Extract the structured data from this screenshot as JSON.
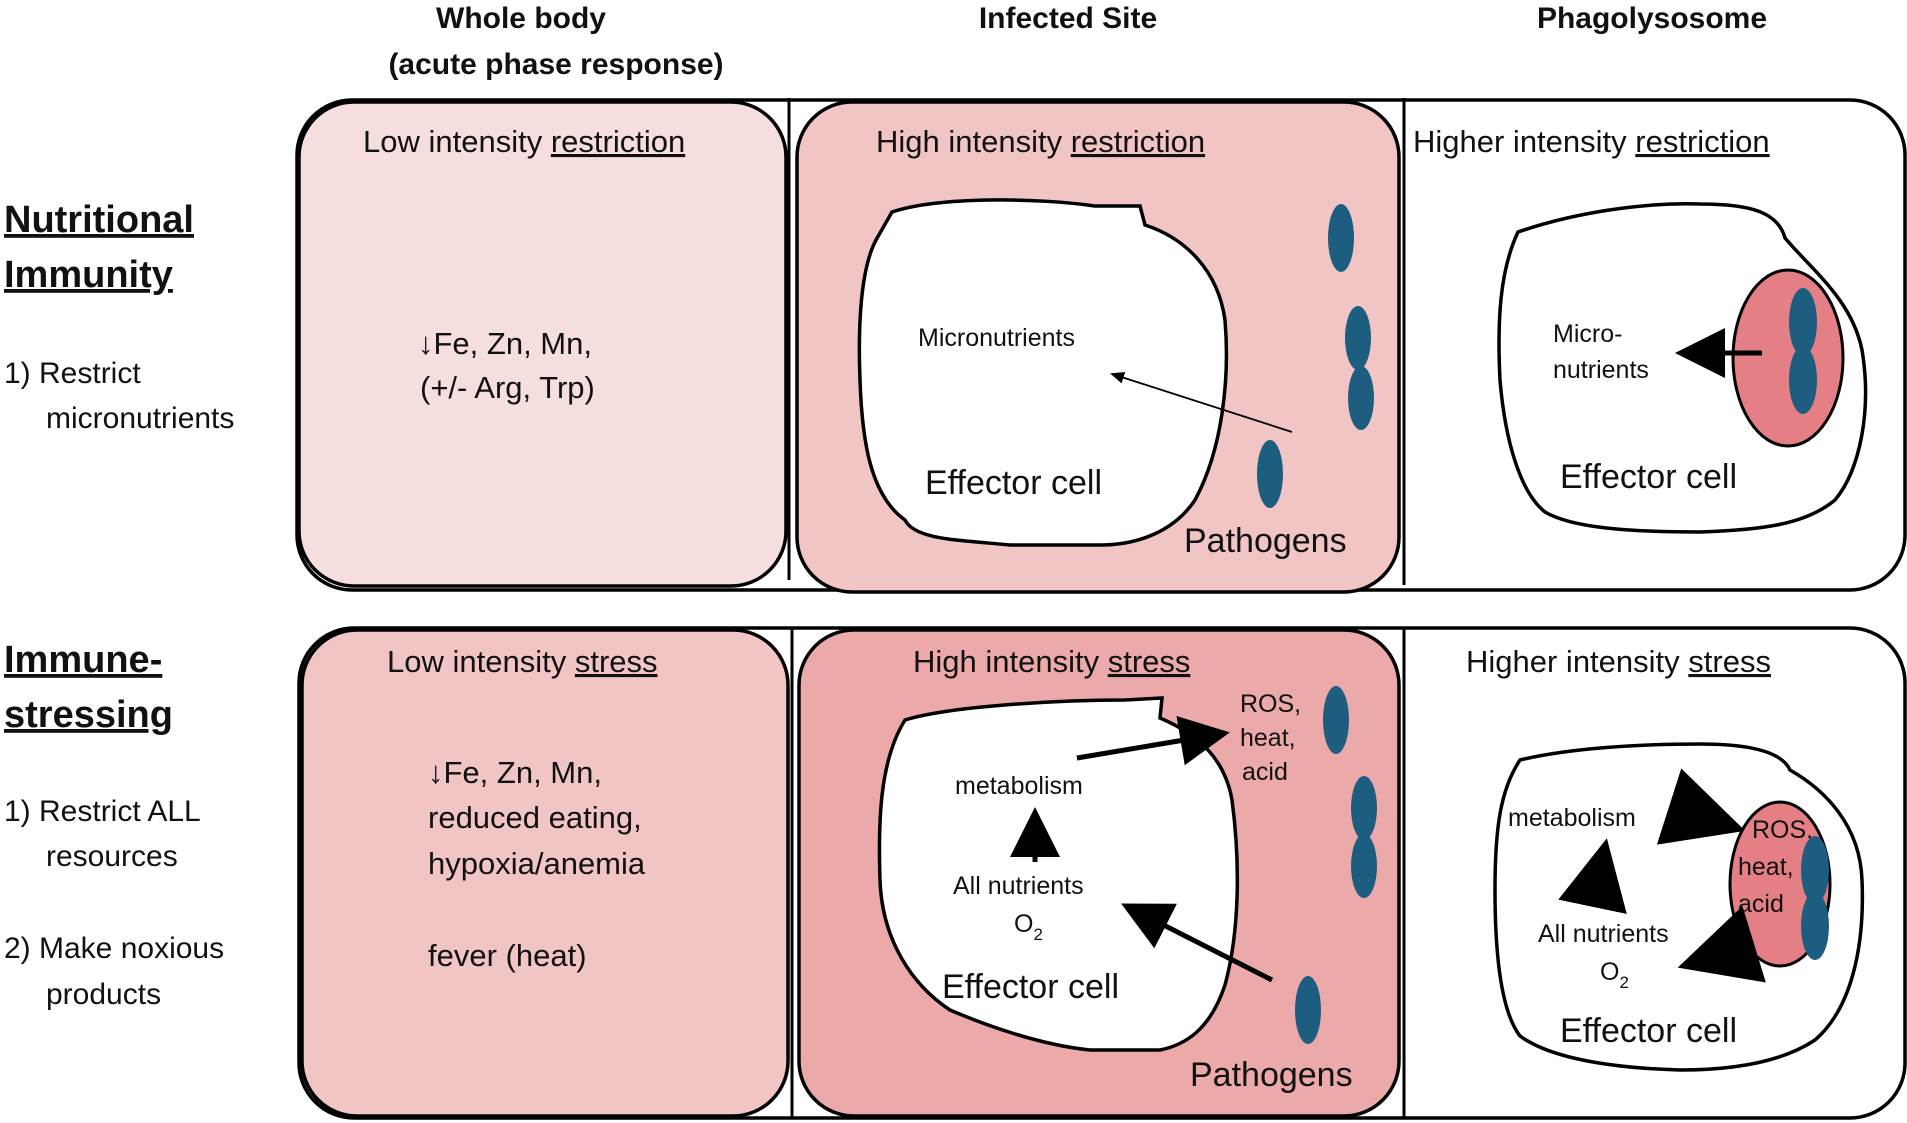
{
  "columns": [
    "Whole body",
    "(acute phase response)",
    "Infected Site",
    "Phagolysosome"
  ],
  "rows": {
    "nutritional": {
      "title_line1": "Nutritional",
      "title_line2": "Immunity",
      "item1_line1": "1) Restrict",
      "item1_line2": "micronutrients"
    },
    "stressing": {
      "title_line1": "Immune-",
      "title_line2": "stressing",
      "item1_line1": "1) Restrict ALL",
      "item1_line2": "resources",
      "item2_line1": "2) Make noxious",
      "item2_line2": "products"
    }
  },
  "panels": {
    "n_whole": {
      "title_prefix": "Low intensity ",
      "title_word": "restriction",
      "body": [
        "↓Fe, Zn, Mn,",
        "(+/- Arg, Trp)"
      ]
    },
    "n_site": {
      "title_prefix": "High intensity ",
      "title_word": "restriction",
      "micronutrients": "Micronutrients",
      "effector": "Effector cell",
      "pathogens": "Pathogens"
    },
    "n_phago": {
      "title_prefix": "Higher intensity ",
      "title_word": "restriction",
      "micro_1": "Micro-",
      "micro_2": "nutrients",
      "effector": "Effector cell"
    },
    "s_whole": {
      "title_prefix": "Low intensity ",
      "title_word": "stress",
      "body": [
        "↓Fe, Zn, Mn,",
        "reduced eating,",
        "hypoxia/anemia",
        "fever (heat)"
      ]
    },
    "s_site": {
      "title_prefix": "High intensity ",
      "title_word": "stress",
      "ros": [
        "ROS,",
        "heat,",
        "acid"
      ],
      "metabolism": "metabolism",
      "all_nutrients": "All nutrients",
      "o2": "O",
      "o2_sub": "2",
      "effector": "Effector cell",
      "pathogens": "Pathogens"
    },
    "s_phago": {
      "title_prefix": "Higher intensity ",
      "title_word": "stress",
      "metabolism": "metabolism",
      "ros": [
        "ROS,",
        "heat,",
        "acid"
      ],
      "all_nutrients": "All nutrients",
      "o2": "O",
      "o2_sub": "2",
      "effector": "Effector cell"
    }
  },
  "colors": {
    "light_pink": "#f6dede",
    "medium_pink": "#f2c5c5",
    "strong_pink": "#eba9a9",
    "vacuole_pink": "#e57f86",
    "pathogen": "#1d5e80"
  }
}
